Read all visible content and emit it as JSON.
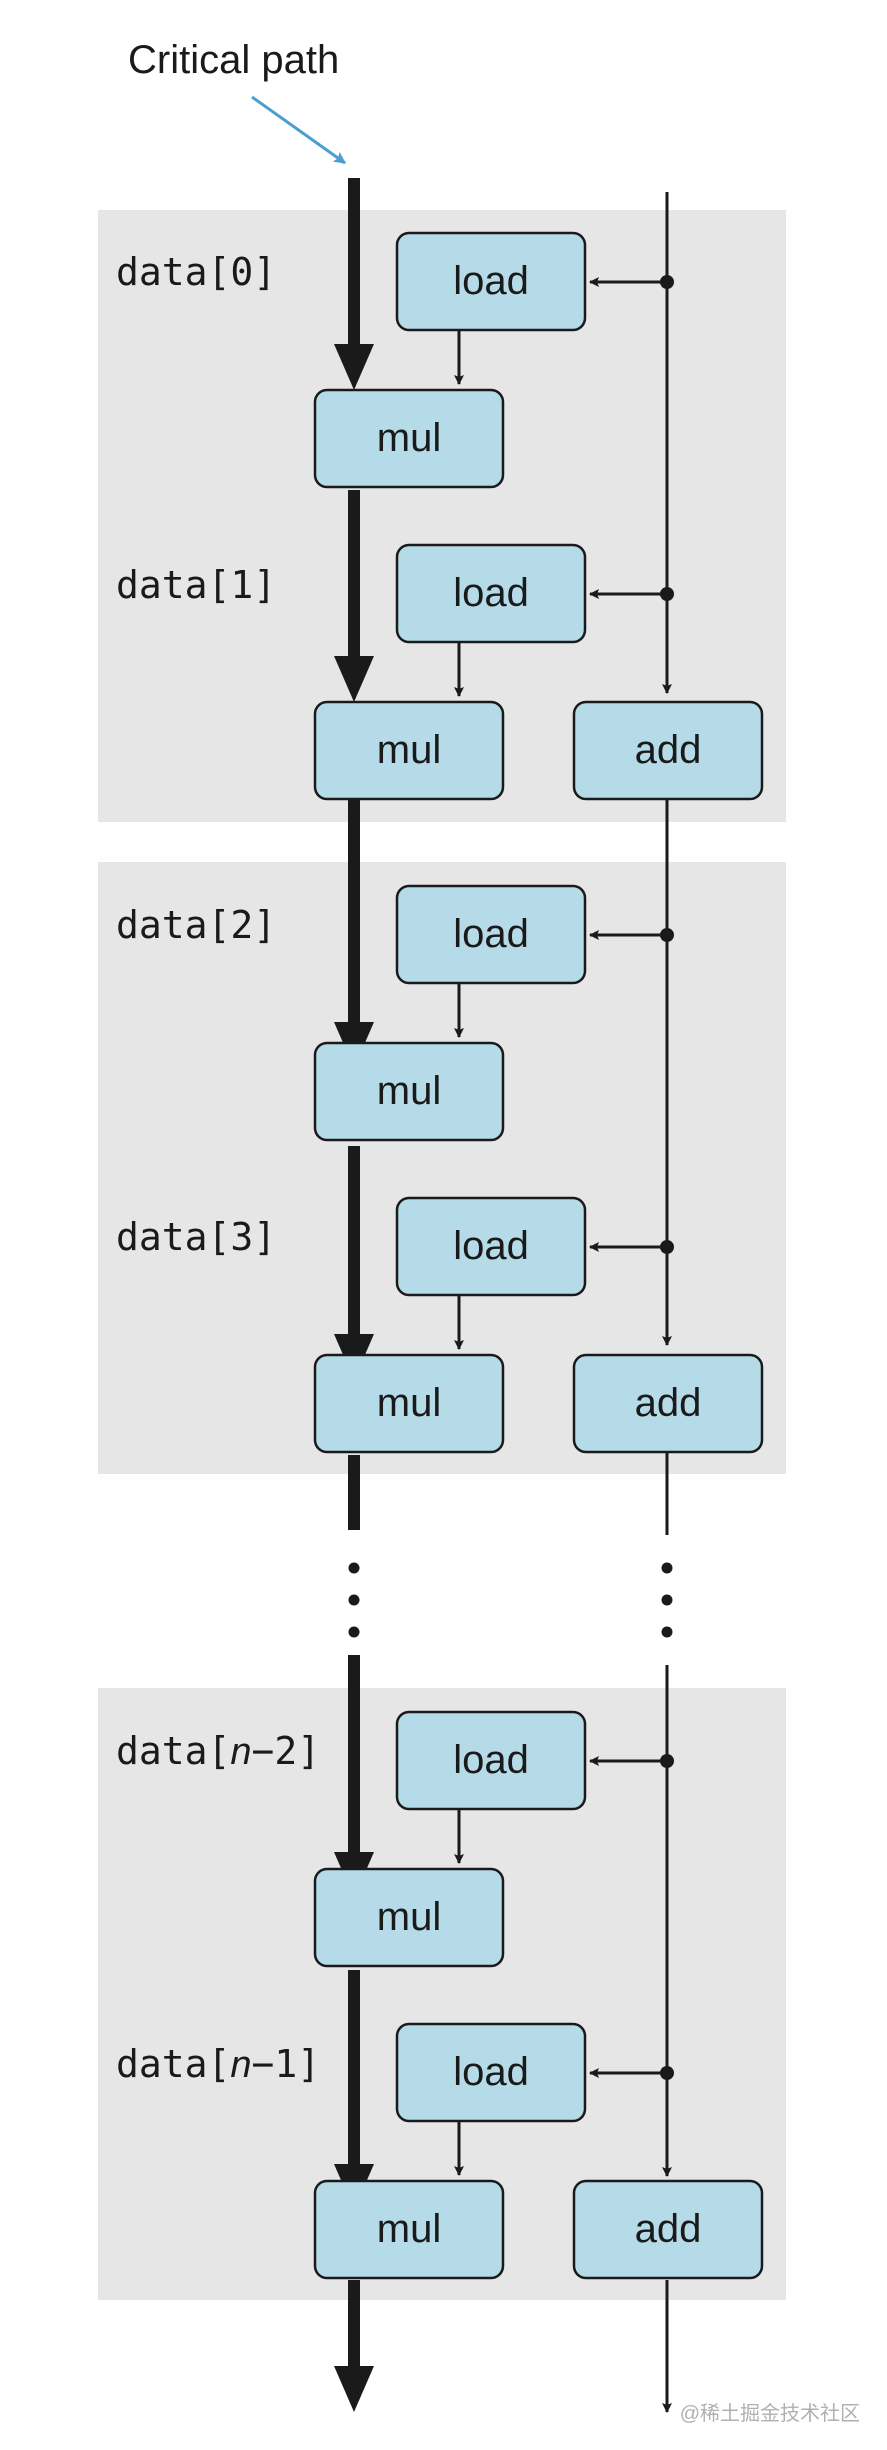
{
  "title": "Critical path",
  "watermark": "@稀土掘金技术社区",
  "ops": {
    "load": "load",
    "mul": "mul",
    "add": "add"
  },
  "blocks": [
    {
      "labels": [
        "data[0]",
        "data[1]"
      ]
    },
    {
      "labels": [
        "data[2]",
        "data[3]"
      ]
    },
    {
      "labels": [
        "data[n−2]",
        "data[n−1]"
      ],
      "italic_part": "n"
    }
  ],
  "colors": {
    "block_bg": "#e6e6e6",
    "box_fill": "#b5dbe9",
    "box_stroke": "#1a1a1a",
    "critical_arrow": "#1a1a1a",
    "title_arrow": "#4a9fd0"
  }
}
